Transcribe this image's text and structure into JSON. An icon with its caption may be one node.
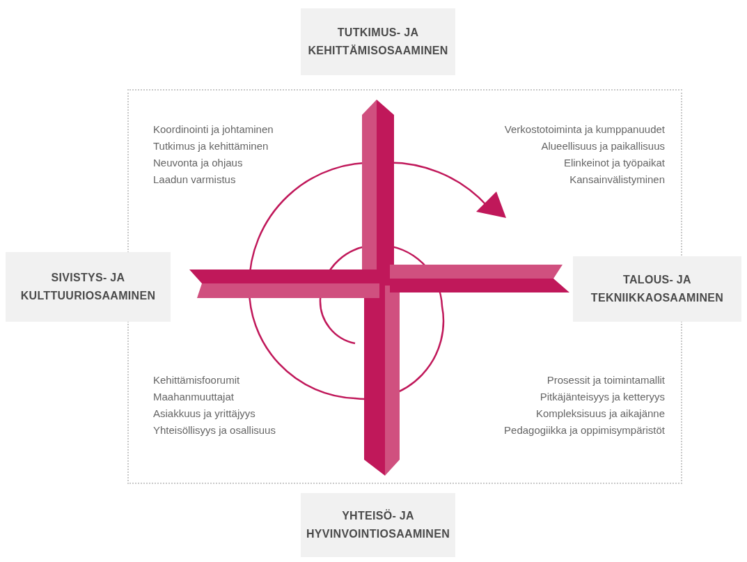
{
  "diagram": {
    "nodes": [
      {
        "text": [
          "TUTKIMUS- JA KEHITTÄMISOSAAMINEN"
        ]
      },
      {
        "text": [
          "SIVISTYS- JA KULTTUURIOSAAMINEN"
        ]
      },
      {
        "text": [
          "TALOUS- JA TEKNIIKKAOSAAMINEN"
        ]
      },
      {
        "text": [
          "YHTEISÖ- JA HYVINVOINTIOSAAMINEN"
        ]
      }
    ],
    "labels": [
      "Koordinointi ja johtaminen",
      "Tutkimus ja kehittäminen",
      "Neuvonta ja ohjaus",
      "Laadun varmistus",
      "Verkostotoiminta ja kumppanuudet",
      "Alueellisuus ja paikallisuus",
      "Elinkeinot ja työpaikat",
      "Kansainvälistyminen",
      "Kehittämisfoorumit",
      "Maahanmuuttajat",
      "Asiakkuus ja yrittäjyys",
      "Yhteisöllisyys ja osallisuus",
      "Prosessit ja toimintamallit",
      "Pitkäjänteisyys ja ketteryys",
      "Kompleksisuus ja aikajänne",
      "Pedagogiikka ja oppimisympäristöt"
    ]
  }
}
